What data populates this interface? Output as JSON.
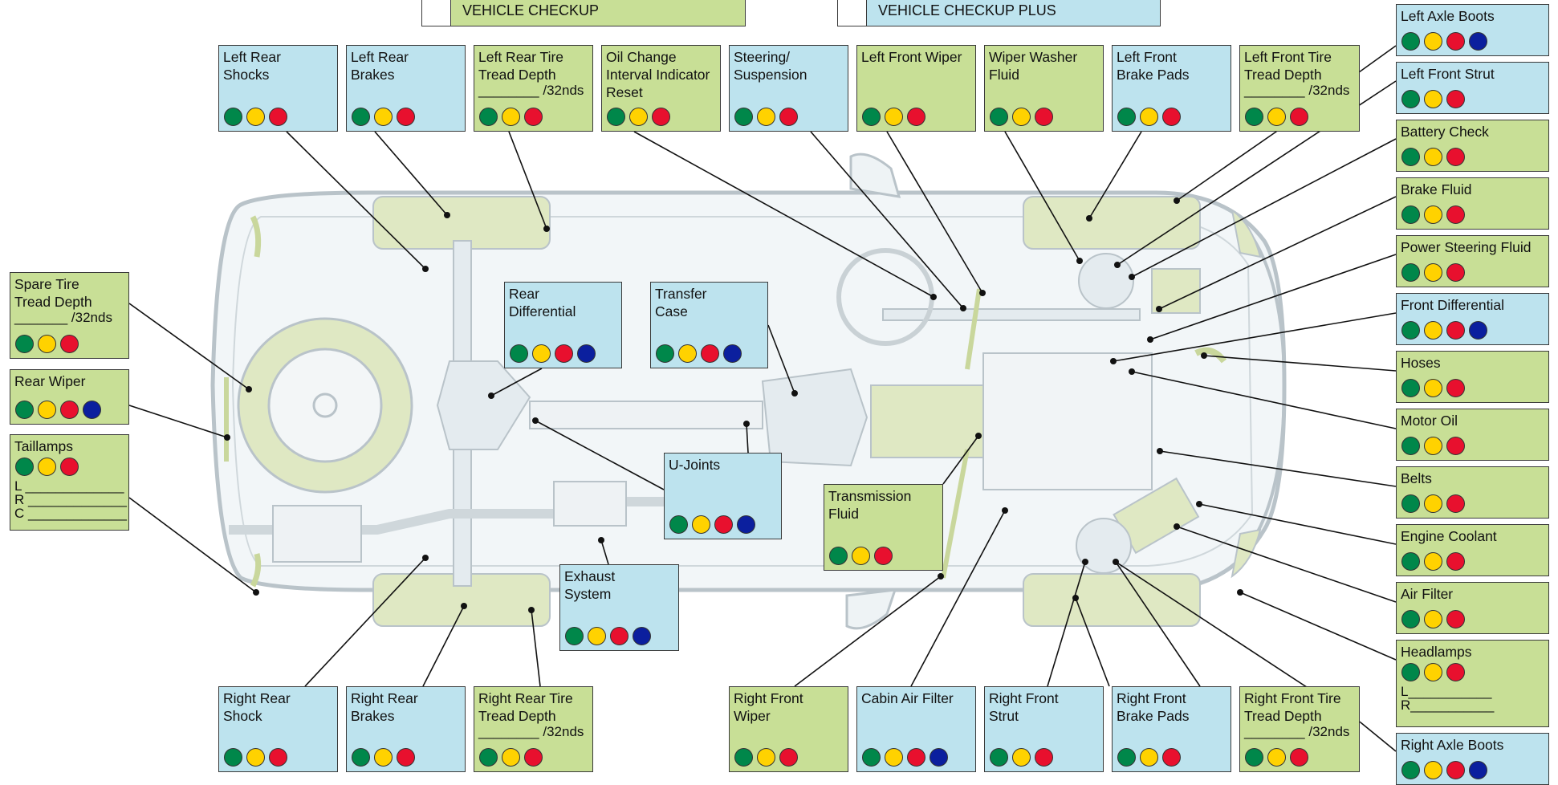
{
  "colors": {
    "green_box": "#c8df96",
    "blue_box": "#bde3ee",
    "status_green": "#00874a",
    "status_yellow": "#ffd200",
    "status_red": "#e8102e",
    "status_blue": "#0b1f9e",
    "car_fill": "#dde8ee",
    "component_fill": "#dfe8c3",
    "outline": "#b9c3c9"
  },
  "legend": {
    "checkup": "VEHICLE CHECKUP",
    "checkup_plus": "VEHICLE CHECKUP PLUS"
  },
  "inspection_points": [
    {
      "id": "left-rear-shocks",
      "title": "Left Rear\nShocks",
      "color": "blue",
      "dots": [
        "green",
        "yellow",
        "red"
      ]
    },
    {
      "id": "left-rear-brakes",
      "title": "Left Rear\nBrakes",
      "color": "blue",
      "dots": [
        "green",
        "yellow",
        "red"
      ]
    },
    {
      "id": "left-rear-tire-tread-depth",
      "title": "Left Rear Tire\nTread Depth",
      "extra": "________ /32nds",
      "color": "green",
      "dots": [
        "green",
        "yellow",
        "red"
      ]
    },
    {
      "id": "oil-change-interval",
      "title": "Oil Change\nInterval Indicator\nReset",
      "color": "green",
      "dots": [
        "green",
        "yellow",
        "red"
      ]
    },
    {
      "id": "steering-suspension",
      "title": "Steering/\nSuspension",
      "color": "blue",
      "dots": [
        "green",
        "yellow",
        "red"
      ]
    },
    {
      "id": "left-front-wiper",
      "title": "Left Front Wiper",
      "color": "green",
      "dots": [
        "green",
        "yellow",
        "red"
      ]
    },
    {
      "id": "wiper-washer-fluid",
      "title": "Wiper Washer\nFluid",
      "color": "green",
      "dots": [
        "green",
        "yellow",
        "red"
      ]
    },
    {
      "id": "left-front-brake-pads",
      "title": "Left Front\nBrake Pads",
      "color": "blue",
      "dots": [
        "green",
        "yellow",
        "red"
      ]
    },
    {
      "id": "left-front-tire-tread-depth",
      "title": "Left Front Tire\nTread Depth",
      "extra": "________ /32nds",
      "color": "green",
      "dots": [
        "green",
        "yellow",
        "red"
      ]
    },
    {
      "id": "left-axle-boots",
      "title": "Left Axle Boots",
      "color": "blue",
      "dots": [
        "green",
        "yellow",
        "red",
        "blue"
      ]
    },
    {
      "id": "left-front-strut",
      "title": "Left Front Strut",
      "color": "blue",
      "dots": [
        "green",
        "yellow",
        "red"
      ]
    },
    {
      "id": "battery-check",
      "title": "Battery Check",
      "color": "green",
      "dots": [
        "green",
        "yellow",
        "red"
      ]
    },
    {
      "id": "brake-fluid",
      "title": "Brake Fluid",
      "color": "green",
      "dots": [
        "green",
        "yellow",
        "red"
      ]
    },
    {
      "id": "power-steering-fluid",
      "title": "Power Steering Fluid",
      "color": "green",
      "dots": [
        "green",
        "yellow",
        "red"
      ]
    },
    {
      "id": "front-differential",
      "title": "Front Differential",
      "color": "blue",
      "dots": [
        "green",
        "yellow",
        "red",
        "blue"
      ]
    },
    {
      "id": "hoses",
      "title": "Hoses",
      "color": "green",
      "dots": [
        "green",
        "yellow",
        "red"
      ]
    },
    {
      "id": "motor-oil",
      "title": "Motor Oil",
      "color": "green",
      "dots": [
        "green",
        "yellow",
        "red"
      ]
    },
    {
      "id": "belts",
      "title": "Belts",
      "color": "green",
      "dots": [
        "green",
        "yellow",
        "red"
      ]
    },
    {
      "id": "engine-coolant",
      "title": "Engine Coolant",
      "color": "green",
      "dots": [
        "green",
        "yellow",
        "red"
      ]
    },
    {
      "id": "air-filter",
      "title": "Air Filter",
      "color": "green",
      "dots": [
        "green",
        "yellow",
        "red"
      ]
    },
    {
      "id": "headlamps",
      "title": "Headlamps",
      "extra": "L___________\nR___________",
      "color": "green",
      "dots": [
        "green",
        "yellow",
        "red"
      ]
    },
    {
      "id": "right-axle-boots",
      "title": "Right Axle Boots",
      "color": "blue",
      "dots": [
        "green",
        "yellow",
        "red",
        "blue"
      ]
    },
    {
      "id": "spare-tire-tread-depth",
      "title": "Spare Tire\nTread Depth",
      "extra": "_______ /32nds",
      "color": "green",
      "dots": [
        "green",
        "yellow",
        "red"
      ]
    },
    {
      "id": "rear-wiper",
      "title": "Rear Wiper",
      "color": "green",
      "dots": [
        "green",
        "yellow",
        "red",
        "blue"
      ]
    },
    {
      "id": "taillamps",
      "title": "Taillamps",
      "extra": "L _____________\nR _____________\nC _____________",
      "color": "green",
      "dots": [
        "green",
        "yellow",
        "red"
      ]
    },
    {
      "id": "rear-differential",
      "title": "Rear\nDifferential",
      "color": "blue",
      "dots": [
        "green",
        "yellow",
        "red",
        "blue"
      ]
    },
    {
      "id": "transfer-case",
      "title": "Transfer\nCase",
      "color": "blue",
      "dots": [
        "green",
        "yellow",
        "red",
        "blue"
      ]
    },
    {
      "id": "u-joints",
      "title": "U-Joints",
      "color": "blue",
      "dots": [
        "green",
        "yellow",
        "red",
        "blue"
      ]
    },
    {
      "id": "transmission-fluid",
      "title": "Transmission\nFluid",
      "color": "green",
      "dots": [
        "green",
        "yellow",
        "red"
      ]
    },
    {
      "id": "exhaust-system",
      "title": "Exhaust\nSystem",
      "color": "blue",
      "dots": [
        "green",
        "yellow",
        "red",
        "blue"
      ]
    },
    {
      "id": "right-rear-shock",
      "title": "Right Rear\nShock",
      "color": "blue",
      "dots": [
        "green",
        "yellow",
        "red"
      ]
    },
    {
      "id": "right-rear-brakes",
      "title": "Right Rear\nBrakes",
      "color": "blue",
      "dots": [
        "green",
        "yellow",
        "red"
      ]
    },
    {
      "id": "right-rear-tire-tread-depth",
      "title": "Right Rear Tire\nTread Depth",
      "extra": "________ /32nds",
      "color": "green",
      "dots": [
        "green",
        "yellow",
        "red"
      ]
    },
    {
      "id": "right-front-wiper",
      "title": "Right Front\nWiper",
      "color": "green",
      "dots": [
        "green",
        "yellow",
        "red"
      ]
    },
    {
      "id": "cabin-air-filter",
      "title": "Cabin Air Filter",
      "color": "blue",
      "dots": [
        "green",
        "yellow",
        "red",
        "blue"
      ]
    },
    {
      "id": "right-front-strut",
      "title": "Right Front\nStrut",
      "color": "blue",
      "dots": [
        "green",
        "yellow",
        "red"
      ]
    },
    {
      "id": "right-front-brake-pads",
      "title": "Right Front\nBrake Pads",
      "color": "blue",
      "dots": [
        "green",
        "yellow",
        "red"
      ]
    },
    {
      "id": "right-front-tire-tread-depth",
      "title": "Right Front Tire\nTread Depth",
      "extra": "________ /32nds",
      "color": "green",
      "dots": [
        "green",
        "yellow",
        "red"
      ]
    }
  ]
}
